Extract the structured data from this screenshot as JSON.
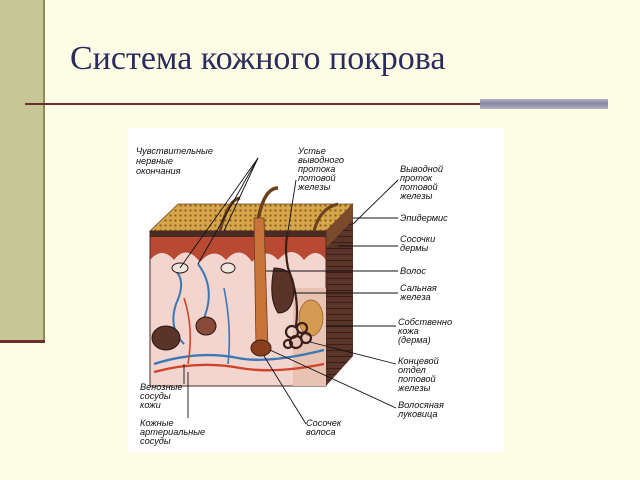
{
  "slide": {
    "title": "Система кожного покрова"
  },
  "figure": {
    "labels": {
      "sensory_nerve_endings": [
        "Чувствительные",
        "нервные",
        "окончания"
      ],
      "sweat_duct_opening": [
        "Устье",
        "выводного",
        "протока",
        "потовой",
        "железы"
      ],
      "sweat_duct": [
        "Выводной",
        "проток",
        "потовой",
        "железы"
      ],
      "epidermis": [
        "Эпидермис"
      ],
      "dermal_papillae": [
        "Сосочки",
        "дермы"
      ],
      "hair": [
        "Волос"
      ],
      "sebaceous_gland": [
        "Сальная",
        "железа"
      ],
      "dermis": [
        "Собственно",
        "кожа",
        "(дерма)"
      ],
      "sweat_gland_terminal": [
        "Концевой",
        "отдел",
        "потовой",
        "железы"
      ],
      "hair_bulb": [
        "Волосяная",
        "луковица"
      ],
      "hair_papilla": [
        "Сосочек",
        "волоса"
      ],
      "venous_vessels": [
        "Венозные",
        "сосуды",
        "кожи"
      ],
      "arterial_vessels": [
        "Кожные",
        "артериальные",
        "сосуды"
      ]
    }
  },
  "colors": {
    "background": "#fdfde6",
    "title": "#2b2b5e",
    "side_bar": "#c7c796",
    "rule": "#6b2f2f",
    "epidermis": "#d6a64a",
    "dermis": "#f3d5cf",
    "deep_dermis": "#4a2b24",
    "vein": "#3c78b4",
    "artery": "#d0442c"
  }
}
